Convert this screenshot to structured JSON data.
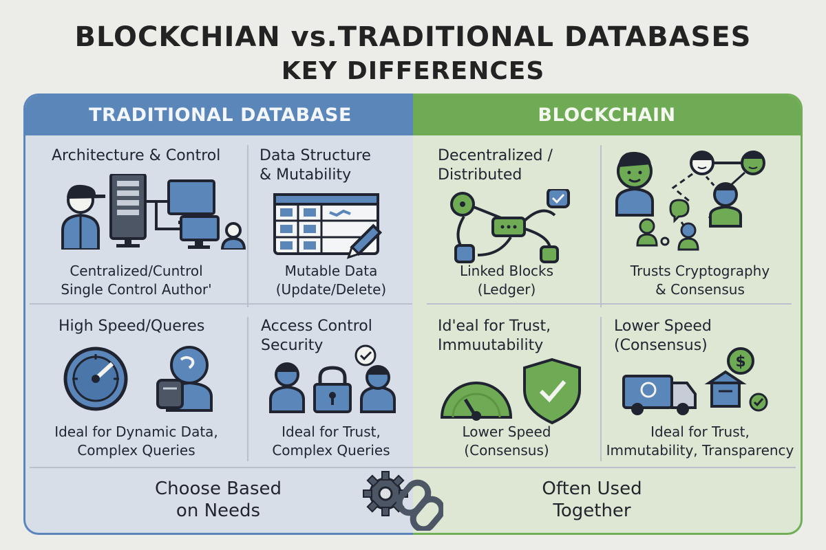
{
  "title": "BLOCKCHIAN vs.TRADITIONAL DATABASES",
  "subtitle": "KEY DIFFERENCES",
  "traditional": {
    "header": "TRADITIONAL DATABASE",
    "cells": [
      {
        "heading": "Architecture & Control",
        "caption_line1": "Centralized/Cuntrol",
        "caption_line2": "Single Control Author'"
      },
      {
        "heading_line1": "Data Structure",
        "heading_line2": "& Mutability",
        "caption_line1": "Mutable Data",
        "caption_line2": "(Update/Delete)"
      },
      {
        "heading": "High Speed/Queres",
        "caption_line1": "Ideal for Dynamic Data,",
        "caption_line2": "Complex Queries"
      },
      {
        "heading_line1": "Access Control",
        "heading_line2": "Security",
        "caption_line1": "Ideal for Trust,",
        "caption_line2": "Complex Queries"
      }
    ],
    "footer_line1": "Choose Based",
    "footer_line2": "on Needs"
  },
  "blockchain": {
    "header": "BLOCKCHAIN",
    "cells": [
      {
        "heading_line1": "Decentralized /",
        "heading_line2": "Distributed",
        "caption_line1": "Linked Blocks",
        "caption_line2": "(Ledger)"
      },
      {
        "caption_line1": "Trusts Cryptography",
        "caption_line2": "& Consensus"
      },
      {
        "heading_line1": "Id'eal for Trust,",
        "heading_line2": "Immuutability",
        "caption_line1": "Lower Speed",
        "caption_line2": "(Consensus)"
      },
      {
        "heading_line1": "Lower Speed",
        "heading_line2": "(Consensus)",
        "caption_line1": "Ideal for Trust,",
        "caption_line2": "Immutability, Transparency"
      }
    ],
    "footer_line1": "Often Used",
    "footer_line2": "Together"
  },
  "colors": {
    "blue": "#5b86b9",
    "green": "#6fab55",
    "dark": "#1f2430"
  }
}
